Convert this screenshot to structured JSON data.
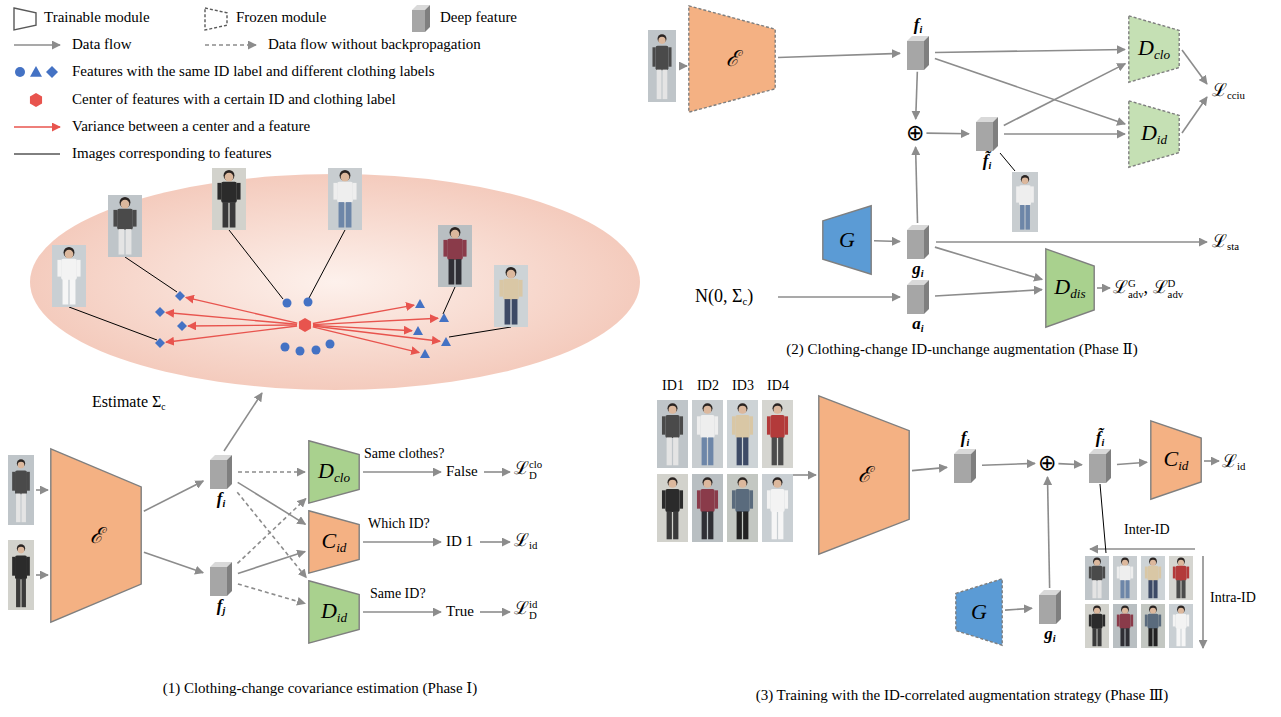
{
  "diagram": {
    "nodes": [
      {
        "text": [
          "ℰ"
        ]
      },
      {
        "text": [
          "fi"
        ]
      },
      {
        "text": [
          "fj"
        ]
      },
      {
        "text": [
          "Dclo"
        ]
      },
      {
        "text": [
          "Cid"
        ]
      },
      {
        "text": [
          "Did"
        ]
      },
      {
        "text": [
          "ℰ"
        ]
      },
      {
        "text": [
          "fi"
        ]
      },
      {
        "text": [
          "⊕"
        ]
      },
      {
        "text": [
          "f̃i"
        ]
      },
      {
        "text": [
          "Dclo"
        ]
      },
      {
        "text": [
          "Did"
        ]
      },
      {
        "text": [
          "G"
        ]
      },
      {
        "text": [
          "gi"
        ]
      },
      {
        "text": [
          "ai"
        ]
      },
      {
        "text": [
          "Ddis"
        ]
      },
      {
        "text": [
          "ℰ"
        ]
      },
      {
        "text": [
          "fi"
        ]
      },
      {
        "text": [
          "⊕"
        ]
      },
      {
        "text": [
          "f̃i"
        ]
      },
      {
        "text": [
          "Cid"
        ]
      },
      {
        "text": [
          "G"
        ]
      },
      {
        "text": [
          "gi"
        ]
      }
    ],
    "edges": [
      {
        "from": 0,
        "to": 1,
        "arrow": "to"
      },
      {
        "from": 0,
        "to": 2,
        "arrow": "to"
      },
      {
        "from": 1,
        "to": 3,
        "arrow": "to"
      },
      {
        "from": 1,
        "to": 4,
        "arrow": "to"
      },
      {
        "from": 1,
        "to": 5,
        "arrow": "to"
      },
      {
        "from": 2,
        "to": 3,
        "arrow": "to"
      },
      {
        "from": 2,
        "to": 4,
        "arrow": "to"
      },
      {
        "from": 2,
        "to": 5,
        "arrow": "to"
      },
      {
        "from": 6,
        "to": 7,
        "arrow": "to"
      },
      {
        "from": 7,
        "to": 10,
        "arrow": "to"
      },
      {
        "from": 7,
        "to": 11,
        "arrow": "to"
      },
      {
        "from": 7,
        "to": 8,
        "arrow": "to"
      },
      {
        "from": 8,
        "to": 9,
        "arrow": "to"
      },
      {
        "from": 9,
        "to": 10,
        "arrow": "to"
      },
      {
        "from": 9,
        "to": 11,
        "arrow": "to"
      },
      {
        "from": 12,
        "to": 13,
        "arrow": "to"
      },
      {
        "from": 13,
        "to": 8,
        "arrow": "to"
      },
      {
        "from": 13,
        "to": 15,
        "arrow": "to"
      },
      {
        "from": 14,
        "to": 15,
        "arrow": "to"
      },
      {
        "from": 16,
        "to": 17,
        "arrow": "to"
      },
      {
        "from": 17,
        "to": 18,
        "arrow": "to"
      },
      {
        "from": 18,
        "to": 19,
        "arrow": "to"
      },
      {
        "from": 19,
        "to": 20,
        "arrow": "to"
      },
      {
        "from": 21,
        "to": 22,
        "arrow": "to"
      },
      {
        "from": 22,
        "to": 18,
        "arrow": "to"
      }
    ],
    "labels": [
      "Estimate Σc",
      "Same clothes?",
      "False",
      "ℒDclo",
      "Which ID?",
      "ID 1",
      "ℒid",
      "Same ID?",
      "True",
      "ℒDid",
      "(1) Clothing-change covariance estimation (Phase Ⅰ)",
      "ℒcciu",
      "ℒsta",
      "N(0, Σc)",
      "ℒadvG, ℒadvD",
      "(2) Clothing-change ID-unchange augmentation (Phase Ⅱ)",
      "ID1",
      "ID2",
      "ID3",
      "ID4",
      "ℒid",
      "Inter-ID",
      "Intra-ID",
      "(3) Training with the ID-correlated augmentation strategy (Phase Ⅲ)"
    ],
    "legend": [
      {
        "text": "Trainable module"
      },
      {
        "text": "Frozen module"
      },
      {
        "text": "Deep feature"
      },
      {
        "text": "Data flow"
      },
      {
        "text": "Data flow without backpropagation"
      },
      {
        "text": "Features with the same ID label and different clothing labels"
      },
      {
        "text": "Center of features with a certain ID and clothing label"
      },
      {
        "text": "Variance between a center and a feature"
      },
      {
        "text": "Images corresponding to features"
      }
    ]
  }
}
